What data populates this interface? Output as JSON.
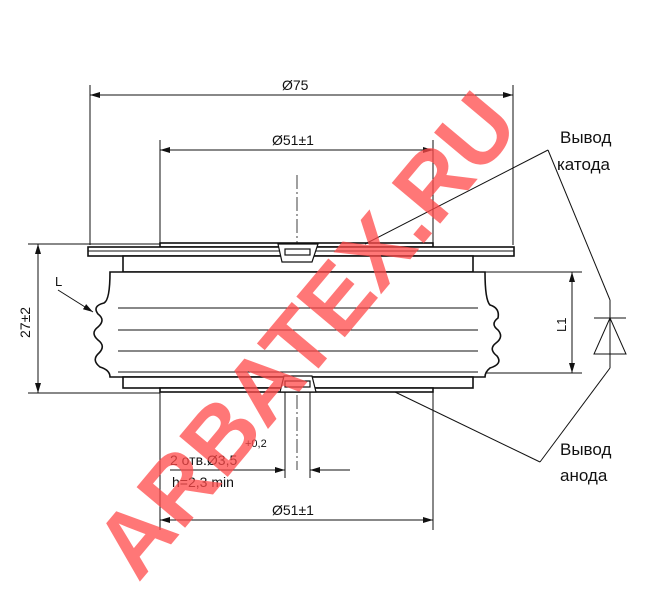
{
  "title": "Thyristor/diode tablet package outline drawing",
  "dimensions": {
    "outer_diameter": "Ø75",
    "top_contact_diameter": "Ø51±1",
    "bottom_contact_diameter": "Ø51±1",
    "height": "27±2",
    "creepage_label": "L",
    "inner_height_label": "L1",
    "holes_label": "2 отв.Ø3,5",
    "holes_tolerance": "+0,2",
    "holes_depth": "h=2,3 min"
  },
  "labels": {
    "cathode_line1": "Вывод",
    "cathode_line2": "катода",
    "anode_line1": "Вывод",
    "anode_line2": "анода"
  },
  "watermark": "ARBATEX.RU",
  "colors": {
    "watermark": "#ff4a4a",
    "lines": "#111111"
  }
}
